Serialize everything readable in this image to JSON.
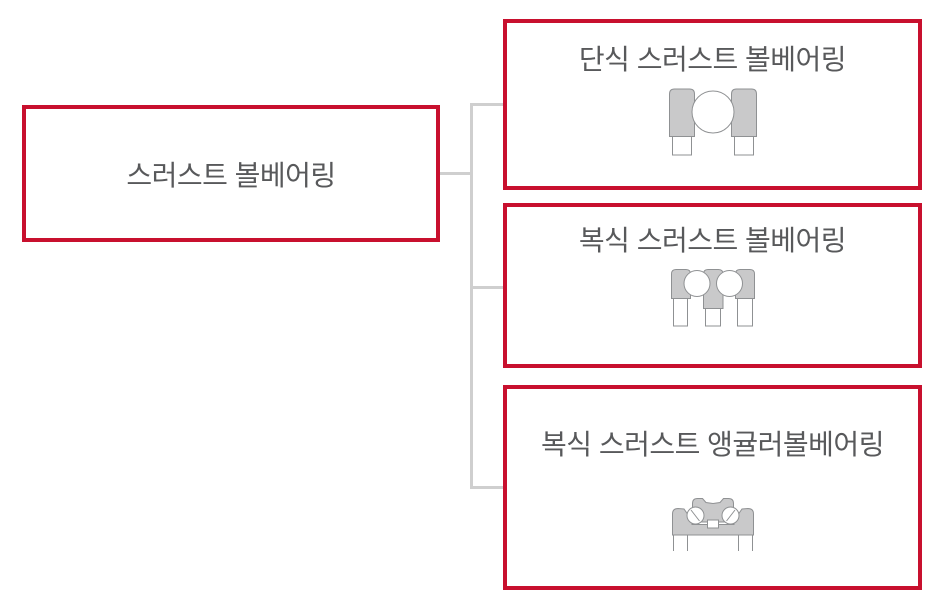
{
  "diagram": {
    "root": {
      "label": "스러스트 볼베어링"
    },
    "children": [
      {
        "label": "단식 스러스트 볼베어링",
        "icon": "single-thrust-ball-bearing-icon"
      },
      {
        "label": "복식 스러스트 볼베어링",
        "icon": "double-thrust-ball-bearing-icon"
      },
      {
        "label": "복식 스러스트 앵귤러볼베어링",
        "icon": "double-thrust-angular-ball-bearing-icon"
      }
    ],
    "colors": {
      "accent_red": "#C8102E",
      "connector_gray": "#CFCFCF",
      "icon_fill": "#C9C9CA",
      "icon_stroke": "#8F9193",
      "text_gray": "#58595B",
      "background": "#FFFFFF"
    }
  }
}
